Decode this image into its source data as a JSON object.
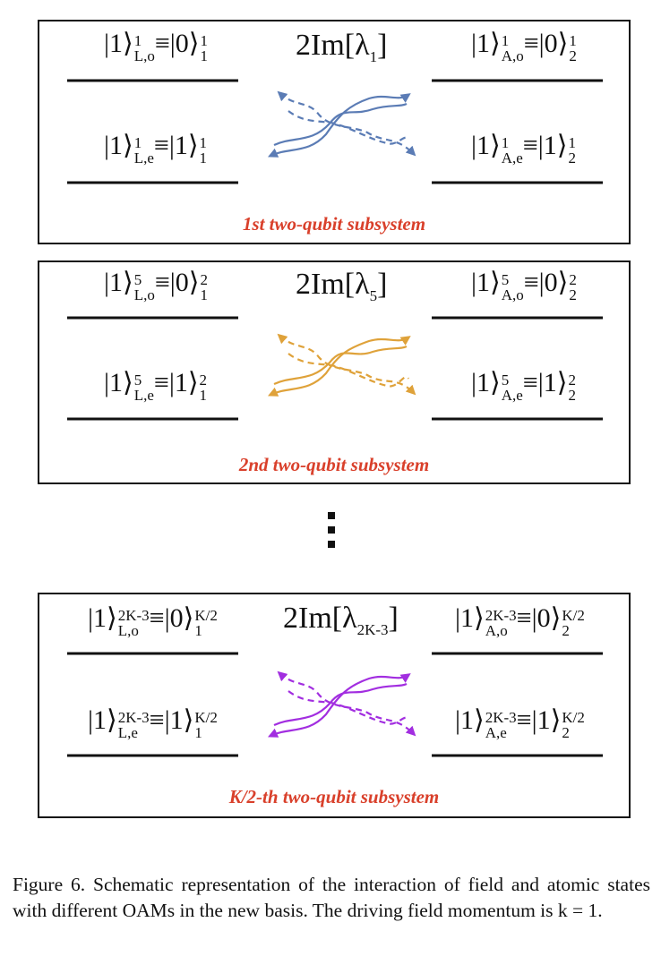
{
  "panels": [
    {
      "title": "1st two-qubit subsystem",
      "rate": {
        "main": "2Im[λ",
        "sub": "1",
        "close": "]"
      },
      "color": "#5b7cb5",
      "states": {
        "left_top": {
          "ket": "|1⟩",
          "sup": "1",
          "sub": "L,o",
          "eq": "≡|0⟩",
          "eq_sup": "1",
          "eq_sub": "1"
        },
        "left_bot": {
          "ket": "|1⟩",
          "sup": "1",
          "sub": "L,e",
          "eq": "≡|1⟩",
          "eq_sup": "1",
          "eq_sub": "1"
        },
        "right_top": {
          "ket": "|1⟩",
          "sup": "1",
          "sub": "A,o",
          "eq": "≡|0⟩",
          "eq_sup": "1",
          "eq_sub": "2"
        },
        "right_bot": {
          "ket": "|1⟩",
          "sup": "1",
          "sub": "A,e",
          "eq": "≡|1⟩",
          "eq_sup": "1",
          "eq_sub": "2"
        }
      }
    },
    {
      "title": "2nd two-qubit subsystem",
      "rate": {
        "main": "2Im[λ",
        "sub": "5",
        "close": "]"
      },
      "color": "#dfa23a",
      "states": {
        "left_top": {
          "ket": "|1⟩",
          "sup": "5",
          "sub": "L,o",
          "eq": "≡|0⟩",
          "eq_sup": "2",
          "eq_sub": "1"
        },
        "left_bot": {
          "ket": "|1⟩",
          "sup": "5",
          "sub": "L,e",
          "eq": "≡|1⟩",
          "eq_sup": "2",
          "eq_sub": "1"
        },
        "right_top": {
          "ket": "|1⟩",
          "sup": "5",
          "sub": "A,o",
          "eq": "≡|0⟩",
          "eq_sup": "2",
          "eq_sub": "2"
        },
        "right_bot": {
          "ket": "|1⟩",
          "sup": "5",
          "sub": "A,e",
          "eq": "≡|1⟩",
          "eq_sup": "2",
          "eq_sub": "2"
        }
      }
    },
    {
      "title": "K/2-th two-qubit subsystem",
      "rate": {
        "main": "2Im[λ",
        "sub": "2K-3",
        "close": "]"
      },
      "color": "#a22ee0",
      "states": {
        "left_top": {
          "ket": "|1⟩",
          "sup": "2K-3",
          "sub": "L,o",
          "eq": "≡|0⟩",
          "eq_sup": "K/2",
          "eq_sub": "1"
        },
        "left_bot": {
          "ket": "|1⟩",
          "sup": "2K-3",
          "sub": "L,e",
          "eq": "≡|1⟩",
          "eq_sup": "K/2",
          "eq_sub": "1"
        },
        "right_top": {
          "ket": "|1⟩",
          "sup": "2K-3",
          "sub": "A,o",
          "eq": "≡|0⟩",
          "eq_sup": "K/2",
          "eq_sub": "2"
        },
        "right_bot": {
          "ket": "|1⟩",
          "sup": "2K-3",
          "sub": "A,e",
          "eq": "≡|1⟩",
          "eq_sup": "K/2",
          "eq_sub": "2"
        }
      }
    }
  ],
  "caption": "Figure 6. Schematic representation of the interaction of field and atomic states with different OAMs in the new basis. The driving field momentum is k = 1."
}
